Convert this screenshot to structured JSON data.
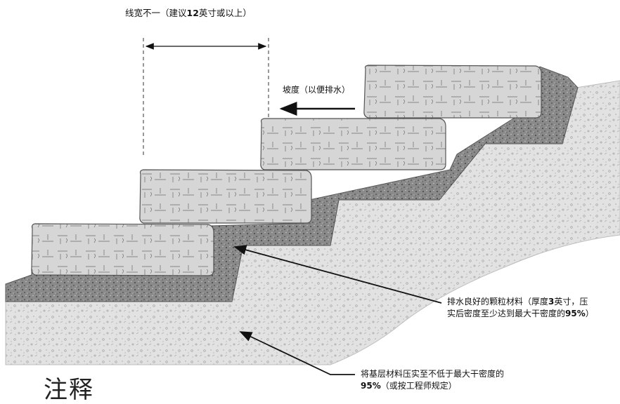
{
  "labels": {
    "width": {
      "text_a": "线宽不一（建议",
      "text_b": "12",
      "text_c": "英寸或以上）"
    },
    "slope": "坡度（以便排水）",
    "gravel": {
      "line1": "排水良好的颗粒材料（厚度",
      "line1_bold": "3",
      "line1_end": "英寸，压",
      "line2": "实后密度至少达到最大干密度的",
      "line2_bold": "95%",
      "line2_end": "）"
    },
    "base": {
      "line1": "将基层材料压实至不低于最大干密度的",
      "line2_bold": "95%",
      "line2_end": "（或按工程师规定）"
    }
  },
  "notes_heading": "注释",
  "colors": {
    "stone_fill": "#d6d6d6",
    "stone_stroke": "#555555",
    "gravel_fill": "#8a8a8a",
    "base_fill": "#e2e2e2",
    "line": "#111111"
  }
}
